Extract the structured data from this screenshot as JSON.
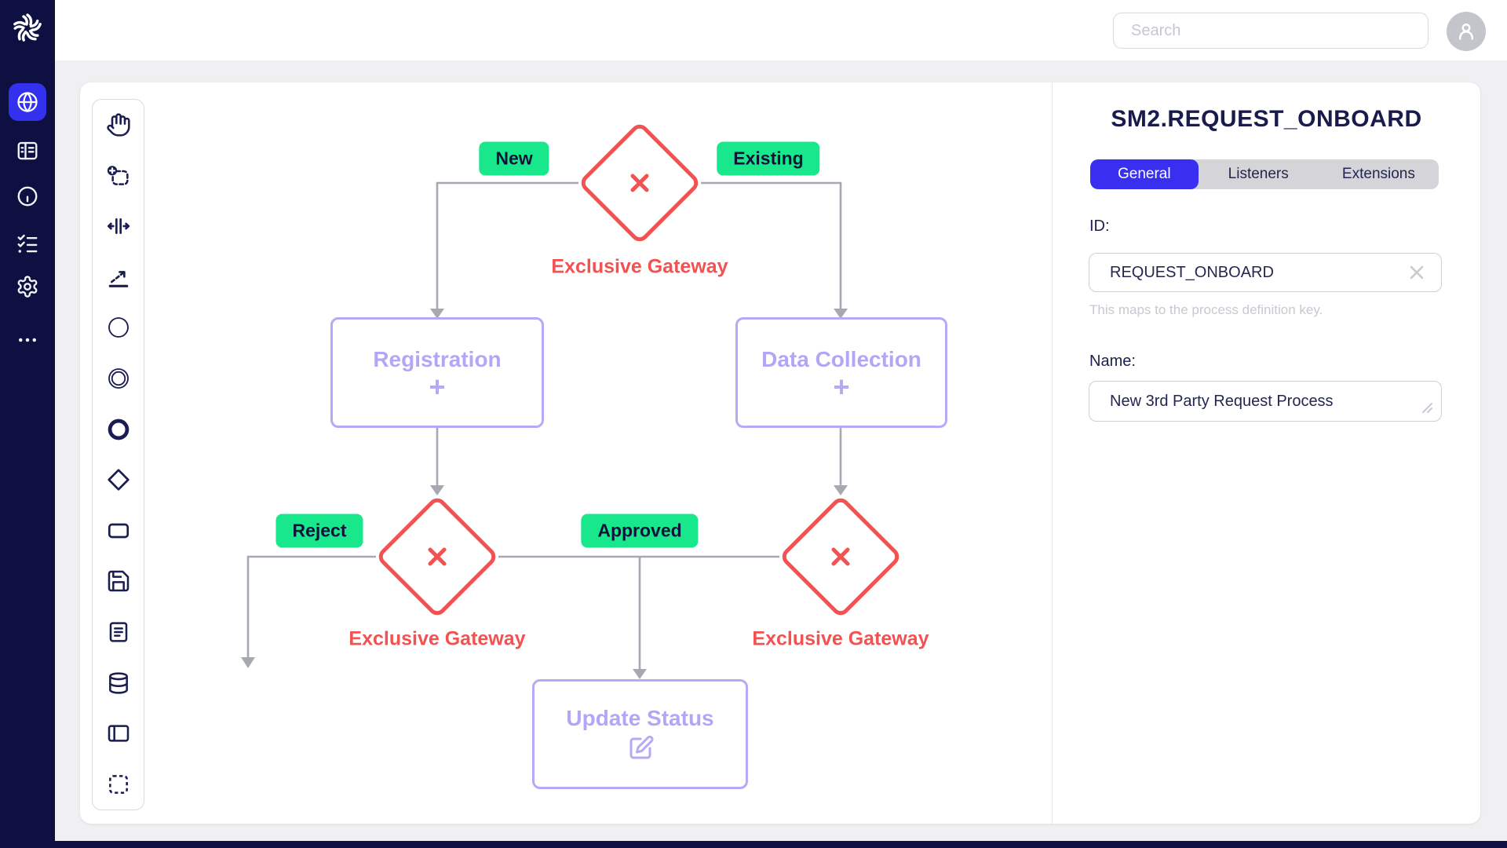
{
  "topbar": {
    "search_placeholder": "Search"
  },
  "sidebar": {
    "items": [
      "app-logo",
      "globe-active",
      "library",
      "gauge",
      "checklist",
      "settings",
      "more"
    ]
  },
  "palette": {
    "tools": [
      "hand-tool",
      "lasso-create-tool",
      "space-tool",
      "global-connect-tool",
      "start-event",
      "intermediate-event",
      "end-event",
      "gateway",
      "task",
      "data-object",
      "document",
      "data-store",
      "participant",
      "group"
    ]
  },
  "diagram": {
    "gateway_label": "Exclusive Gateway",
    "edge_labels": {
      "new": "New",
      "existing": "Existing",
      "reject": "Reject",
      "approved": "Approved"
    },
    "tasks": {
      "registration": "Registration",
      "data_collection": "Data Collection",
      "update_status": "Update Status"
    },
    "task_plus": "+"
  },
  "panel": {
    "title": "SM2.REQUEST_ONBOARD",
    "tabs": [
      {
        "label": "General"
      },
      {
        "label": "Listeners"
      },
      {
        "label": "Extensions"
      }
    ],
    "active_tab": "General",
    "id_label": "ID:",
    "id_value": "REQUEST_ONBOARD",
    "id_help": "This maps to the process definition key.",
    "name_label": "Name:",
    "name_value": "New 3rd Party Request Process"
  },
  "colors": {
    "sidebar_navy": "#0d1041",
    "accent_blue": "#3431ee",
    "tab_blue": "#382ff0",
    "gateway_red": "#f25252",
    "badge_green": "#19e78c",
    "task_purple": "#b4aaf6",
    "connector_gray": "#a6a8b2"
  }
}
